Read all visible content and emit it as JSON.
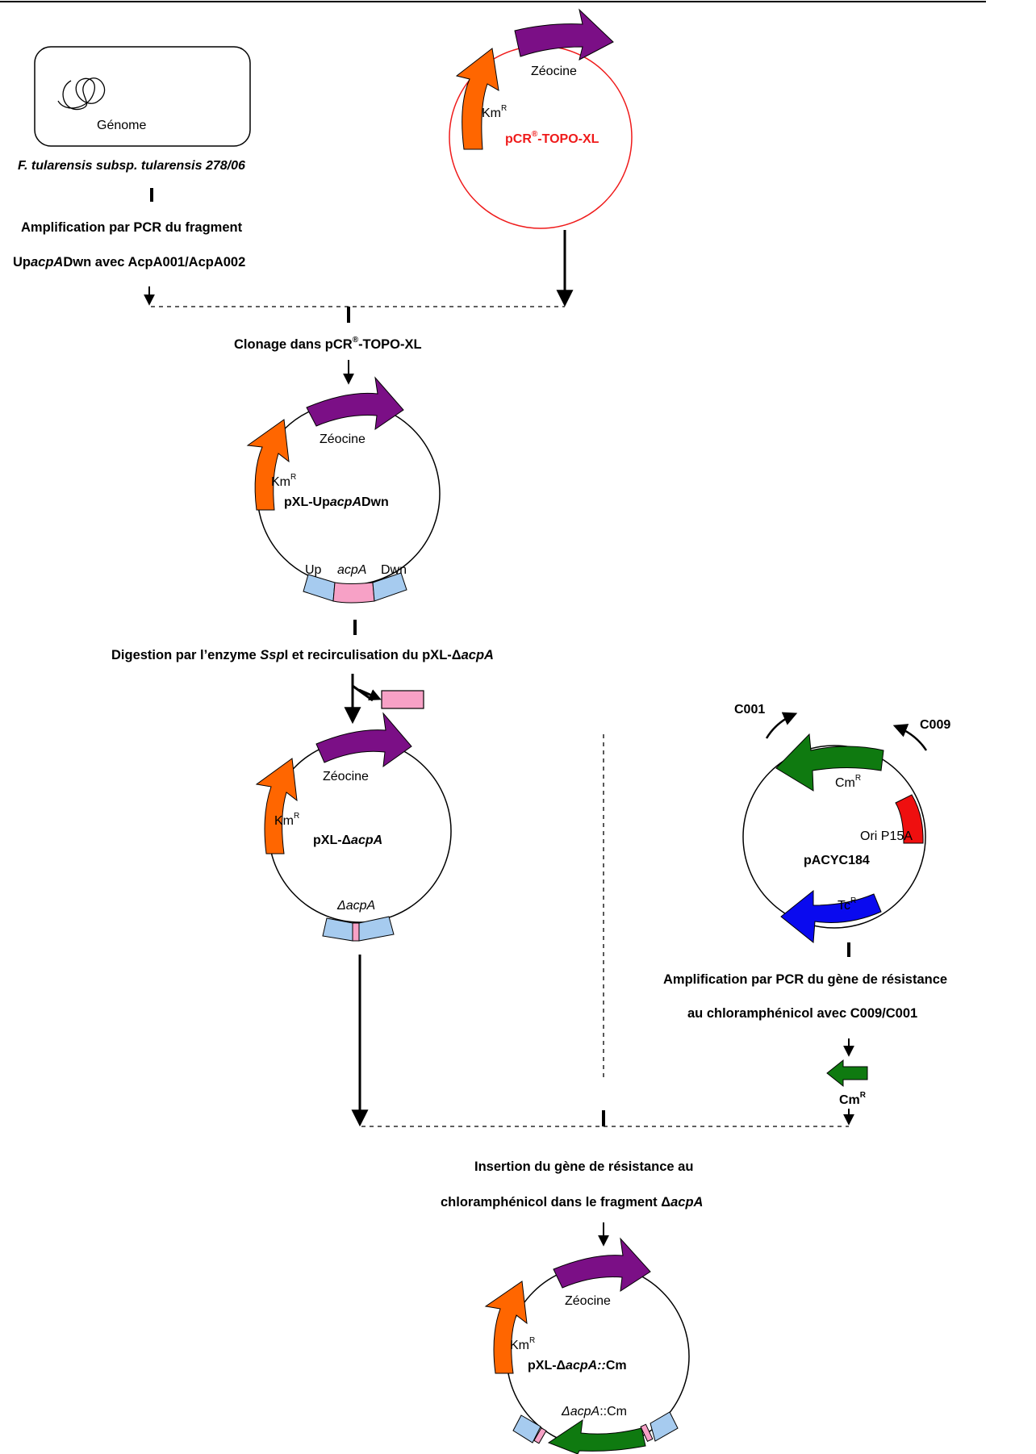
{
  "colors": {
    "zeocine": "#7b0f86",
    "kmr": "#ff6600",
    "up_dwn": "#a6cbef",
    "acpa": "#f7a1c6",
    "cmr": "#0f7a10",
    "tcr": "#0a0aef",
    "ori": "#ef0f0f",
    "topo_red": "#ef1a1a"
  },
  "genome": {
    "label": "Génome",
    "strain": "F. tularensis subsp. tularensis 278/06"
  },
  "steps": {
    "pcr_line1": "Amplification par PCR du fragment",
    "pcr_line2_a": "Up",
    "pcr_line2_b": "acpA",
    "pcr_line2_c": "Dwn avec AcpA001/AcpA002",
    "clonage_a": "Clonage dans pCR",
    "clonage_sup": "®",
    "clonage_b": "-TOPO-XL",
    "digestion_a": "Digestion par l’enzyme ",
    "digestion_b": "Ssp",
    "digestion_c": "I et recirculisation du pXL-Δ",
    "digestion_d": "acpA",
    "cm_pcr_line1": "Amplification par PCR du gène de résistance",
    "cm_pcr_line2": "au chloramphénicol avec C009/C001",
    "insertion_line1": "Insertion du gène de résistance au",
    "insertion_line2_a": "chloramphénicol dans le fragment Δ",
    "insertion_line2_b": "acpA"
  },
  "plasmid_topo": {
    "name_a": "pCR",
    "name_sup": "®",
    "name_b": "-TOPO-XL",
    "zeocine": "Zéocine",
    "km": "Km",
    "km_sup": "R"
  },
  "plasmid_upacpadwn": {
    "name_a": "pXL-Up",
    "name_b": "acpA",
    "name_c": "Dwn",
    "zeocine": "Zéocine",
    "km": "Km",
    "km_sup": "R",
    "up": "Up",
    "acpa": "acpA",
    "dwn": "Dwn"
  },
  "plasmid_delta": {
    "name_a": "pXL-Δ",
    "name_b": "acpA",
    "zeocine": "Zéocine",
    "km": "Km",
    "km_sup": "R",
    "insert": "ΔacpA"
  },
  "plasmid_pacyc": {
    "name": "pACYC184",
    "cm": "Cm",
    "cm_sup": "R",
    "ori": "Ori P15A",
    "tc": "Tc",
    "tc_sup": "R",
    "primer1": "C001",
    "primer2": "C009"
  },
  "cm_fragment": {
    "label": "Cm",
    "label_sup": "R"
  },
  "plasmid_final": {
    "name_a": "pXL-Δ",
    "name_b": "acpA::",
    "name_c": "Cm",
    "zeocine": "Zéocine",
    "km": "Km",
    "km_sup": "R",
    "insert_a": "ΔacpA",
    "insert_b": "::Cm"
  }
}
